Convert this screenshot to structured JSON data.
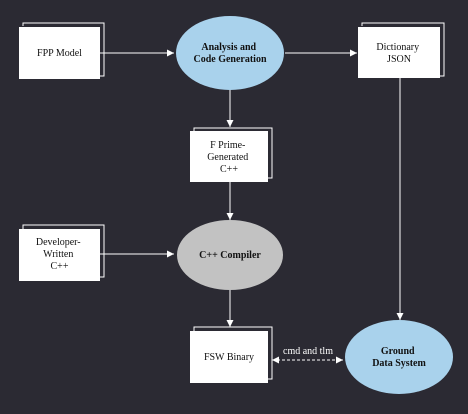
{
  "colors": {
    "background": "#2b2a33",
    "box_fill": "#ffffff",
    "box_shadow_line": "#ffffff",
    "process_fill": "#a9d2ec",
    "compiler_fill": "#c2c2c2",
    "arrow": "#ffffff",
    "text": "#111111"
  },
  "nodes": {
    "fpp_model": {
      "lines": [
        "FPP Model"
      ]
    },
    "analysis": {
      "lines": [
        "Analysis and",
        "Code Generation"
      ]
    },
    "dictionary": {
      "lines": [
        "Dictionary",
        "JSON"
      ]
    },
    "fprime_generated": {
      "lines": [
        "F Prime-",
        "Generated",
        "C++"
      ]
    },
    "developer_written": {
      "lines": [
        "Developer-",
        "Written",
        "C++"
      ]
    },
    "compiler": {
      "lines": [
        "C++ Compiler"
      ]
    },
    "fsw_binary": {
      "lines": [
        "FSW Binary"
      ]
    },
    "ground": {
      "lines": [
        "Ground",
        "Data System"
      ]
    }
  },
  "edges": {
    "cmd_tlm_label": "cmd and tlm"
  }
}
